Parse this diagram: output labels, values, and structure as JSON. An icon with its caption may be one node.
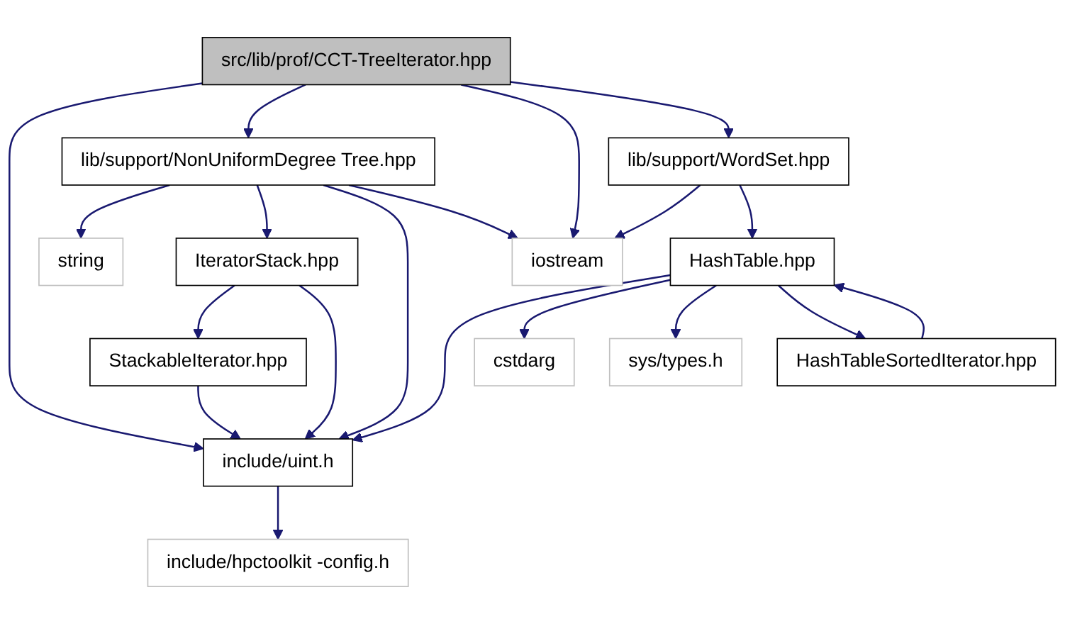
{
  "diagram": {
    "nodes": [
      {
        "text": [
          "src/lib/prof/CCT-TreeIterator.hpp"
        ]
      },
      {
        "text": [
          "lib/support/NonUniformDegree Tree.hpp"
        ]
      },
      {
        "text": [
          "lib/support/WordSet.hpp"
        ]
      },
      {
        "text": [
          "string"
        ]
      },
      {
        "text": [
          "IteratorStack.hpp"
        ]
      },
      {
        "text": [
          "iostream"
        ]
      },
      {
        "text": [
          "HashTable.hpp"
        ]
      },
      {
        "text": [
          "StackableIterator.hpp"
        ]
      },
      {
        "text": [
          "cstdarg"
        ]
      },
      {
        "text": [
          "sys/types.h"
        ]
      },
      {
        "text": [
          "HashTableSortedIterator.hpp"
        ]
      },
      {
        "text": [
          "include/uint.h"
        ]
      },
      {
        "text": [
          "include/hpctoolkit -config.h"
        ]
      }
    ],
    "edges": [
      {
        "from": 0,
        "to": 11,
        "arrow": "to"
      },
      {
        "from": 0,
        "to": 1,
        "arrow": "to"
      },
      {
        "from": 0,
        "to": 5,
        "arrow": "to"
      },
      {
        "from": 0,
        "to": 2,
        "arrow": "to"
      },
      {
        "from": 1,
        "to": 3,
        "arrow": "to"
      },
      {
        "from": 1,
        "to": 4,
        "arrow": "to"
      },
      {
        "from": 1,
        "to": 11,
        "arrow": "to"
      },
      {
        "from": 1,
        "to": 5,
        "arrow": "to"
      },
      {
        "from": 2,
        "to": 5,
        "arrow": "to"
      },
      {
        "from": 2,
        "to": 6,
        "arrow": "to"
      },
      {
        "from": 4,
        "to": 7,
        "arrow": "to"
      },
      {
        "from": 4,
        "to": 11,
        "arrow": "to"
      },
      {
        "from": 7,
        "to": 11,
        "arrow": "to"
      },
      {
        "from": 6,
        "to": 11,
        "arrow": "to"
      },
      {
        "from": 6,
        "to": 8,
        "arrow": "to"
      },
      {
        "from": 6,
        "to": 9,
        "arrow": "to"
      },
      {
        "from": 6,
        "to": 10,
        "arrow": "to"
      },
      {
        "from": 10,
        "to": 6,
        "arrow": "to"
      },
      {
        "from": 11,
        "to": 12,
        "arrow": "to"
      }
    ]
  }
}
